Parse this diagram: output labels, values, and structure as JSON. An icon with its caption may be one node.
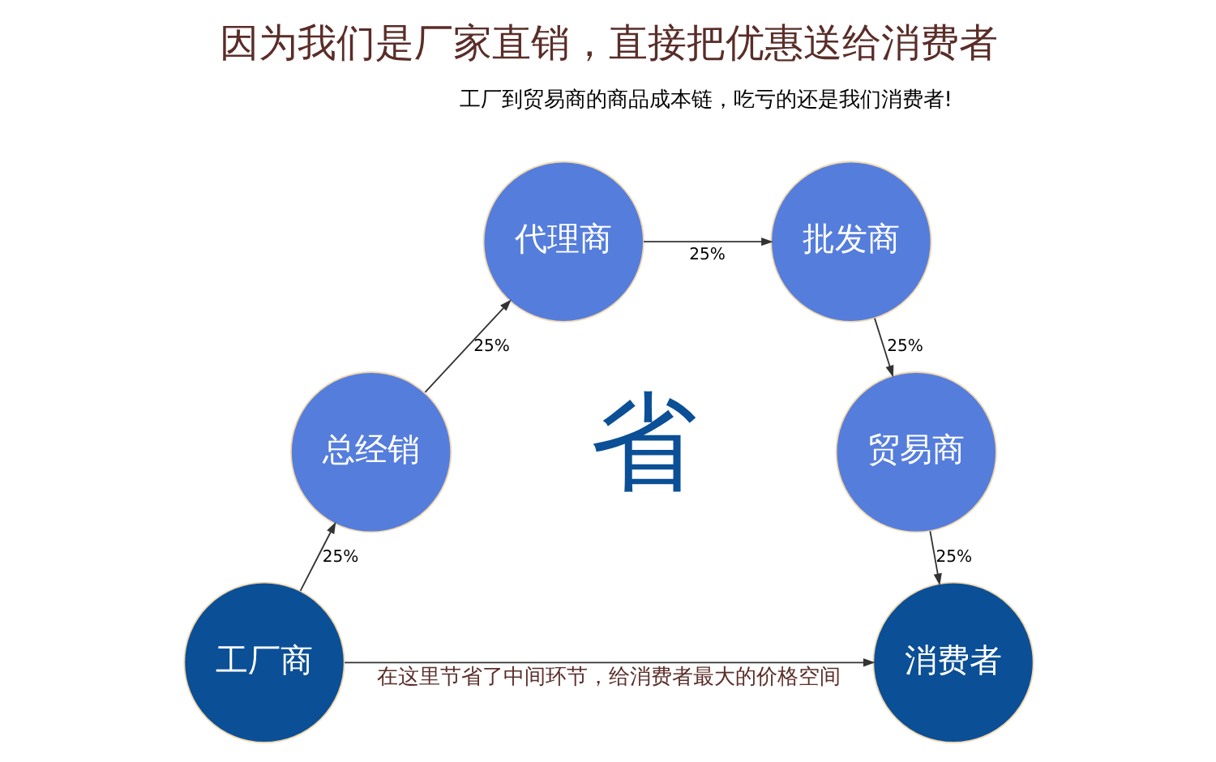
{
  "diagram": {
    "title": "因为我们是厂家直销，直接把优惠送给消费者",
    "nodes": [
      {
        "text": [
          "工厂商"
        ]
      },
      {
        "text": [
          "总经销"
        ]
      },
      {
        "text": [
          "代理商"
        ]
      },
      {
        "text": [
          "批发商"
        ]
      },
      {
        "text": [
          "贸易商"
        ]
      },
      {
        "text": [
          "消费者"
        ]
      }
    ],
    "edges": [
      {
        "from": 0,
        "to": 1,
        "arrow": "to",
        "label": "25%"
      },
      {
        "from": 1,
        "to": 2,
        "arrow": "to",
        "label": "25%"
      },
      {
        "from": 2,
        "to": 3,
        "arrow": "to",
        "label": "25%"
      },
      {
        "from": 3,
        "to": 4,
        "arrow": "to",
        "label": "25%"
      },
      {
        "from": 4,
        "to": 5,
        "arrow": "to",
        "label": "25%"
      },
      {
        "from": 0,
        "to": 5,
        "arrow": "to",
        "label": "在这里节省了中间环节，给消费者最大的价格空间"
      }
    ],
    "labels": [
      "工厂到贸易商的商品成本链，吃亏的还是我们消费者!",
      "省"
    ]
  }
}
